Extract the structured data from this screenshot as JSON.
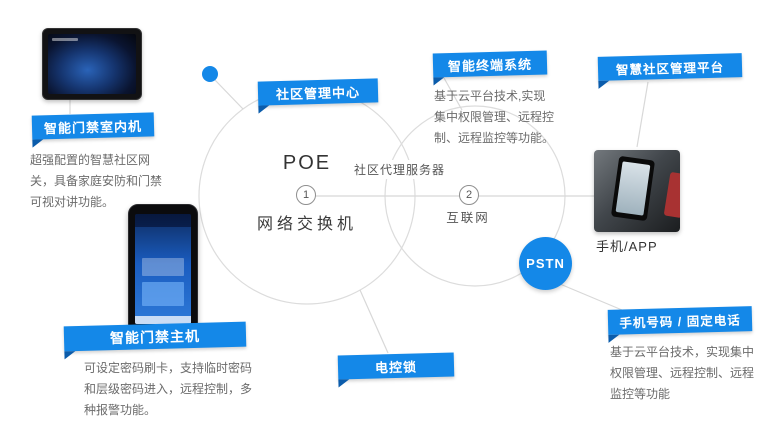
{
  "colors": {
    "accent": "#1488e8",
    "accent_dark": "#0b5cab",
    "line_gray": "#dcdcdc",
    "text_gray": "#6b6b6b"
  },
  "hub": {
    "title": "POE",
    "step": "1",
    "label": "网络交换机"
  },
  "internet": {
    "step": "2",
    "label": "互联网"
  },
  "proxy": {
    "label": "社区代理服务器"
  },
  "pstn": {
    "label": "PSTN"
  },
  "phone": {
    "label": "手机/APP"
  },
  "banners": {
    "community_center": {
      "label": "社区管理中心"
    },
    "terminal_system": {
      "label": "智能终端系统",
      "desc": "基于云平台技术,实现集中权限管理、远程控制、远程监控等功能。"
    },
    "platform": {
      "label": "智慧社区管理平台"
    },
    "indoor_unit": {
      "label": "智能门禁室内机",
      "desc": "超强配置的智慧社区网关，具备家庭安防和门禁可视对讲功能。"
    },
    "main_unit": {
      "label": "智能门禁主机",
      "desc": "可设定密码刷卡，支持临时密码和层级密码进入，远程控制，多种报警功能。"
    },
    "electric_lock": {
      "label": "电控锁"
    },
    "phone_number": {
      "label": "手机号码 / 固定电话",
      "desc": "基于云平台技术，实现集中权限管理、远程控制、远程监控等功能"
    }
  }
}
